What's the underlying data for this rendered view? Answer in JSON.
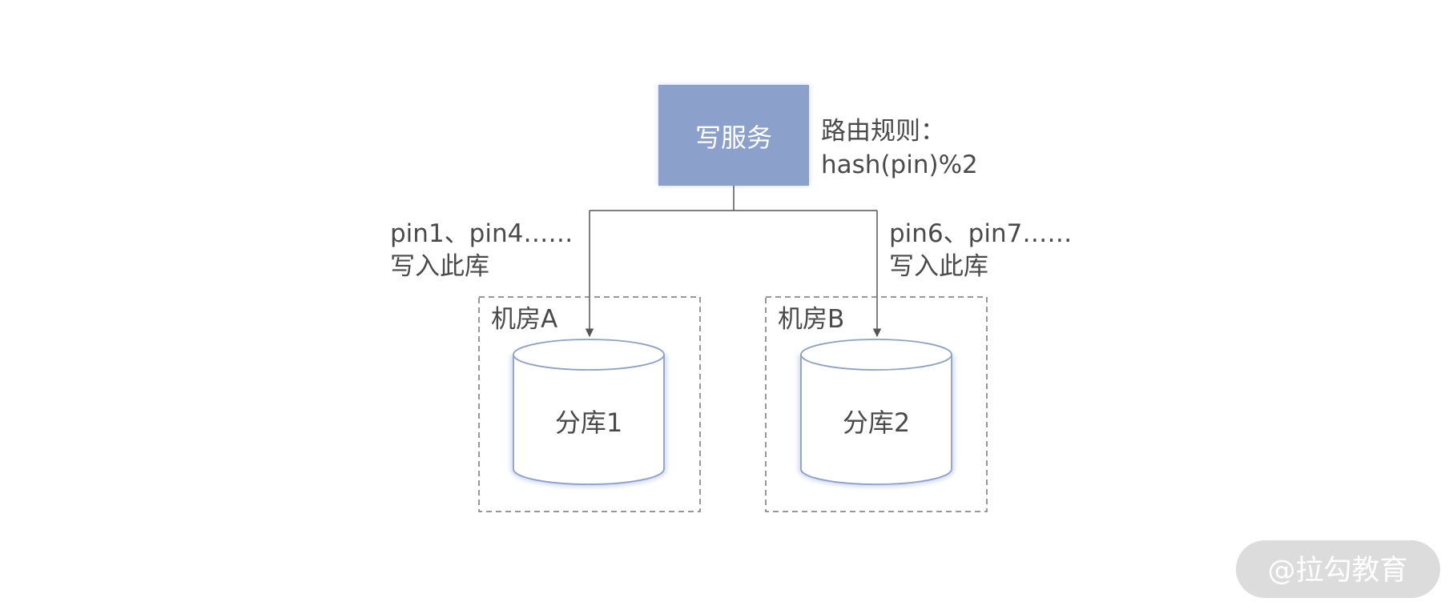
{
  "service": {
    "label": "写服务"
  },
  "routing_rule": {
    "line1": "路由规则：",
    "line2": "hash(pin)%2"
  },
  "left_route": {
    "line1": "pin1、pin4……",
    "line2": "写入此库"
  },
  "right_route": {
    "line1": "pin6、pin7……",
    "line2": "写入此库"
  },
  "room_a": {
    "label": "机房A",
    "db_label": "分库1"
  },
  "room_b": {
    "label": "机房B",
    "db_label": "分库2"
  },
  "watermark": {
    "text": "@拉勾教育"
  },
  "colors": {
    "service_fill": "#8ca0cc",
    "db_stroke": "#8ca0cc",
    "line": "#555555",
    "dashed_border": "#777777",
    "text": "#4a4a4a",
    "watermark_bg": "#dcdcdc"
  }
}
